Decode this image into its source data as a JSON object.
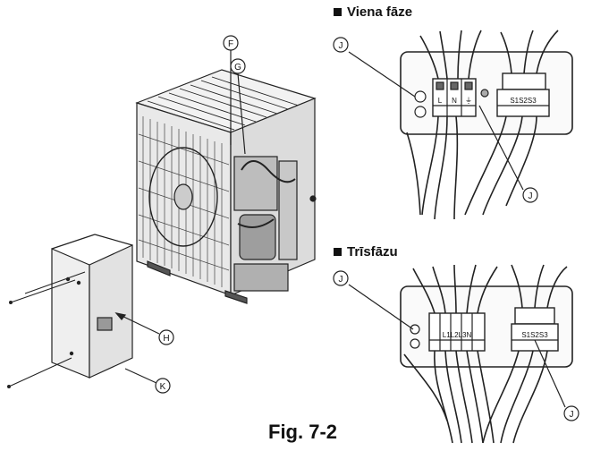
{
  "headings": {
    "single_phase": "Viena fāze",
    "three_phase": "Trīsfāzu"
  },
  "caption": "Fig. 7-2",
  "callouts": {
    "F": "F",
    "G": "G",
    "H": "H",
    "J": "J",
    "K": "K"
  },
  "terminals": {
    "single_power": [
      "L",
      "N",
      "⏚"
    ],
    "single_signal": "S1S2S3",
    "three_power": "L1L2L3N",
    "three_signal": "S1S2S3"
  }
}
